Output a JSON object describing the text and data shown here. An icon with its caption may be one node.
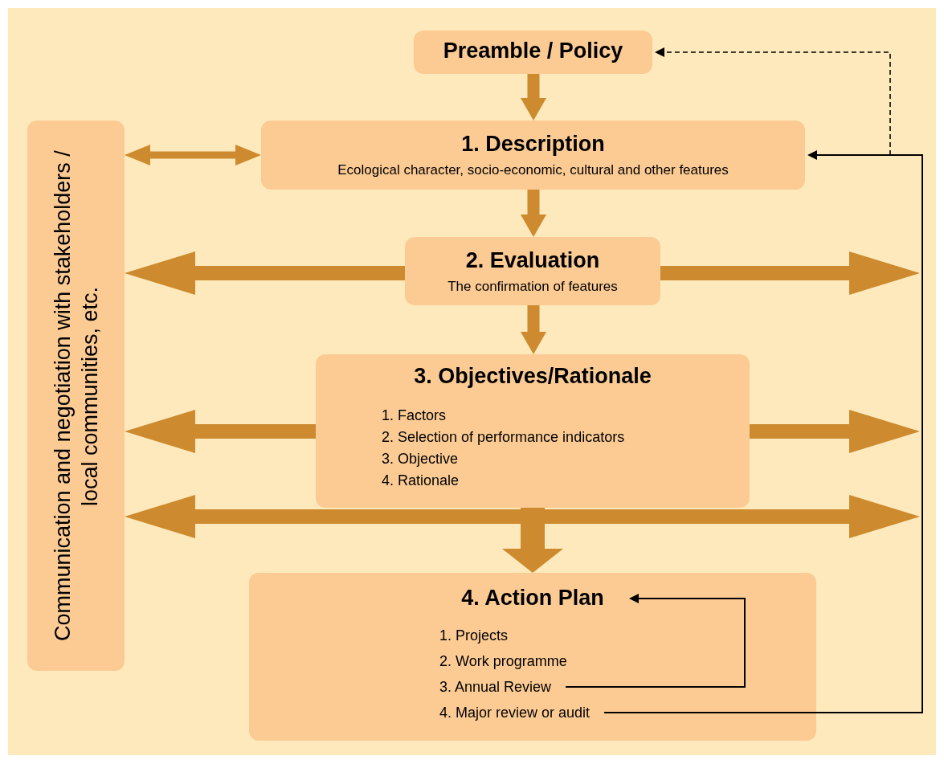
{
  "diagram": {
    "nodes": [
      {
        "text": [
          "Preamble / Policy"
        ]
      },
      {
        "text": [
          "1. Description",
          "Ecological character, socio-economic, cultural and other features"
        ]
      },
      {
        "text": [
          "2. Evaluation",
          "The confirmation of features"
        ]
      },
      {
        "text": [
          "3. Objectives/Rationale",
          "1. Factors",
          "2. Selection of performance indicators",
          "3. Objective",
          "4. Rationale"
        ]
      },
      {
        "text": [
          "4. Action Plan"
        ]
      },
      {
        "text": [
          "1. Projects"
        ],
        "in": 4
      },
      {
        "text": [
          "2. Work programme"
        ],
        "in": 4
      },
      {
        "text": [
          "3. Annual Review"
        ],
        "in": 4
      },
      {
        "text": [
          "4. Major review or audit"
        ],
        "in": 4
      },
      {
        "text": [
          "Communication and negotiation with stakeholders / local communities, etc."
        ]
      }
    ],
    "edges": [
      {
        "from": 0,
        "to": 1,
        "arrow": "to"
      },
      {
        "from": 1,
        "to": 2,
        "arrow": "to"
      },
      {
        "from": 2,
        "to": 3,
        "arrow": "to"
      },
      {
        "from": 1,
        "to": 9,
        "arrow": "both"
      },
      {
        "from": 2,
        "to": 9,
        "arrow": "to"
      },
      {
        "from": 2,
        "to": null,
        "arrow": "to"
      },
      {
        "from": 3,
        "to": 9,
        "arrow": "to"
      },
      {
        "from": 3,
        "to": null,
        "arrow": "to"
      },
      {
        "from": 9,
        "to": null,
        "arrow": "both"
      },
      {
        "from": 3,
        "to": 4,
        "arrow": "to",
        "style": "thick"
      },
      {
        "from": 7,
        "to": 4,
        "arrow": "to",
        "color": "#000000"
      },
      {
        "from": 8,
        "to": 1,
        "arrow": "to",
        "color": "#000000"
      },
      {
        "from": 8,
        "to": 0,
        "arrow": "to",
        "style": "dashed",
        "color": "#000000"
      }
    ]
  }
}
